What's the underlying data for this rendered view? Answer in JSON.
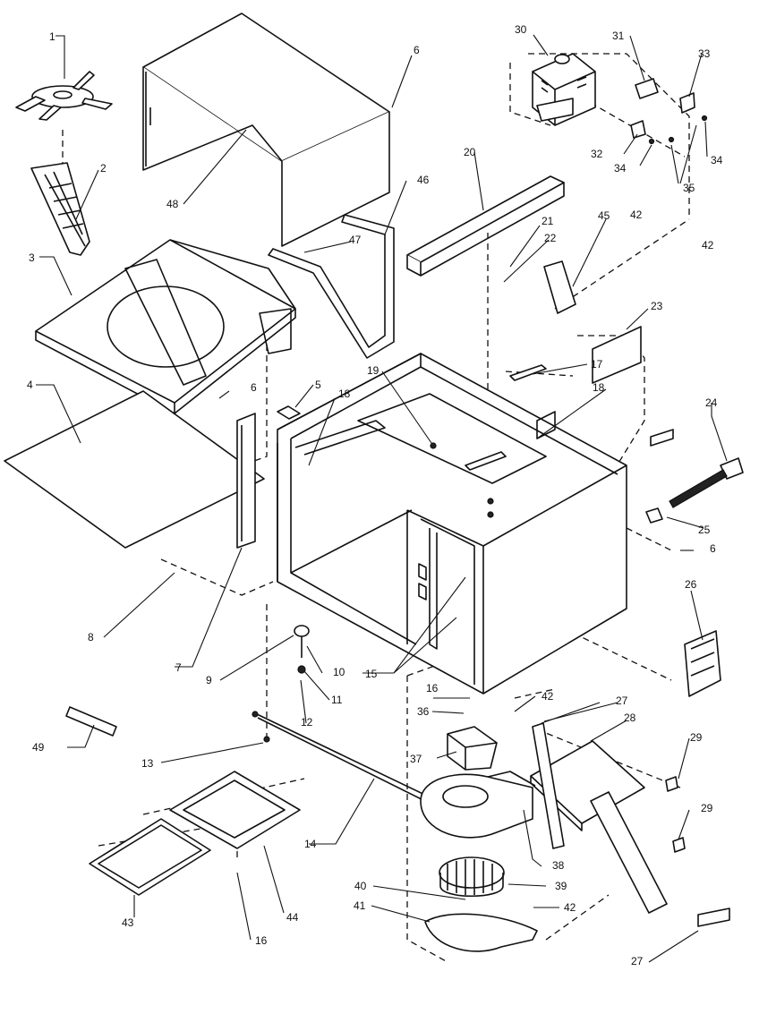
{
  "callouts": [
    {
      "id": "c1",
      "text": "1"
    },
    {
      "id": "c2",
      "text": "2"
    },
    {
      "id": "c3",
      "text": "3"
    },
    {
      "id": "c4",
      "text": "4"
    },
    {
      "id": "c5",
      "text": "5"
    },
    {
      "id": "c6a",
      "text": "6"
    },
    {
      "id": "c6b",
      "text": "6"
    },
    {
      "id": "c6c",
      "text": "6"
    },
    {
      "id": "c7",
      "text": "7"
    },
    {
      "id": "c8",
      "text": "8"
    },
    {
      "id": "c9",
      "text": "9"
    },
    {
      "id": "c10",
      "text": "10"
    },
    {
      "id": "c11",
      "text": "11"
    },
    {
      "id": "c12",
      "text": "12"
    },
    {
      "id": "c13",
      "text": "13"
    },
    {
      "id": "c14",
      "text": "14"
    },
    {
      "id": "c15",
      "text": "15"
    },
    {
      "id": "c16a",
      "text": "16"
    },
    {
      "id": "c16b",
      "text": "16"
    },
    {
      "id": "c17",
      "text": "17"
    },
    {
      "id": "c18a",
      "text": "18"
    },
    {
      "id": "c18b",
      "text": "18"
    },
    {
      "id": "c19",
      "text": "19"
    },
    {
      "id": "c20",
      "text": "20"
    },
    {
      "id": "c21",
      "text": "21"
    },
    {
      "id": "c22",
      "text": "22"
    },
    {
      "id": "c23",
      "text": "23"
    },
    {
      "id": "c24",
      "text": "24"
    },
    {
      "id": "c25",
      "text": "25"
    },
    {
      "id": "c26",
      "text": "26"
    },
    {
      "id": "c27a",
      "text": "27"
    },
    {
      "id": "c27b",
      "text": "27"
    },
    {
      "id": "c28",
      "text": "28"
    },
    {
      "id": "c29a",
      "text": "29"
    },
    {
      "id": "c29b",
      "text": "29"
    },
    {
      "id": "c30",
      "text": "30"
    },
    {
      "id": "c31",
      "text": "31"
    },
    {
      "id": "c32",
      "text": "32"
    },
    {
      "id": "c33",
      "text": "33"
    },
    {
      "id": "c34a",
      "text": "34"
    },
    {
      "id": "c34b",
      "text": "34"
    },
    {
      "id": "c35",
      "text": "35"
    },
    {
      "id": "c36",
      "text": "36"
    },
    {
      "id": "c37",
      "text": "37"
    },
    {
      "id": "c38",
      "text": "38"
    },
    {
      "id": "c39",
      "text": "39"
    },
    {
      "id": "c40",
      "text": "40"
    },
    {
      "id": "c41",
      "text": "41"
    },
    {
      "id": "c42a",
      "text": "42"
    },
    {
      "id": "c42b",
      "text": "42"
    },
    {
      "id": "c42c",
      "text": "42"
    },
    {
      "id": "c42d",
      "text": "42"
    },
    {
      "id": "c43",
      "text": "43"
    },
    {
      "id": "c44",
      "text": "44"
    },
    {
      "id": "c45",
      "text": "45"
    },
    {
      "id": "c46",
      "text": "46"
    },
    {
      "id": "c47",
      "text": "47"
    },
    {
      "id": "c48",
      "text": "48"
    },
    {
      "id": "c49",
      "text": "49"
    }
  ]
}
